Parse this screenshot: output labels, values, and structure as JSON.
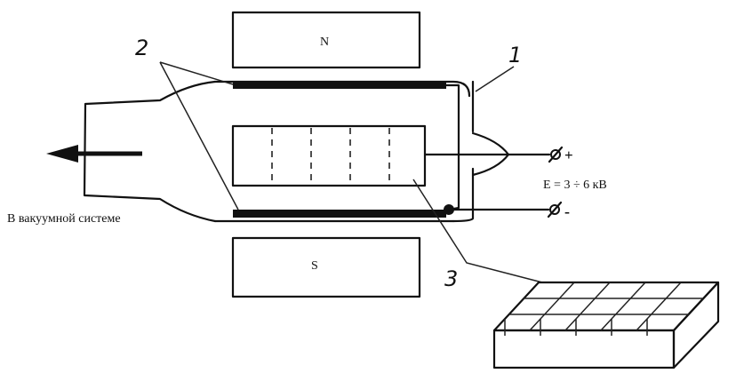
{
  "labels": {
    "magnet_north": "N",
    "magnet_south": "S",
    "callout_1": "1",
    "callout_2": "2",
    "callout_3": "3",
    "terminal_plus": "+",
    "terminal_minus": "-",
    "voltage": "E = 3 ÷ 6 кВ",
    "vacuum": "В вакуумной системе"
  }
}
